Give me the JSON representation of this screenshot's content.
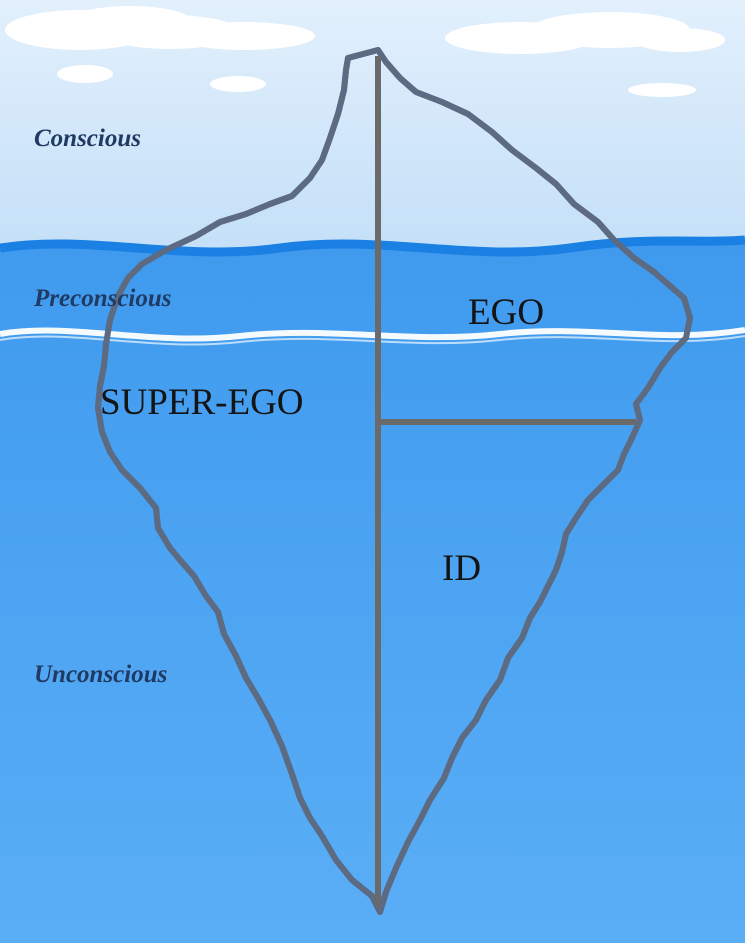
{
  "levels": {
    "conscious": "Conscious",
    "preconscious": "Preconscious",
    "unconscious": "Unconscious"
  },
  "parts": {
    "ego": "EGO",
    "super_ego": "SUPER-EGO",
    "id": "ID"
  },
  "colors": {
    "sky": "#cfe6fb",
    "sky_top": "#e8f3fd",
    "water": "#4aa0f0",
    "water_deep": "#55aaf5",
    "waterline": "#1f86e6",
    "iceberg_above": "#ffffff",
    "iceberg_below": "#a8d1f6",
    "outline": "#5b6a80",
    "divider": "#6b6b6b",
    "wave": "#ffffff",
    "cloud": "#ffffff"
  }
}
